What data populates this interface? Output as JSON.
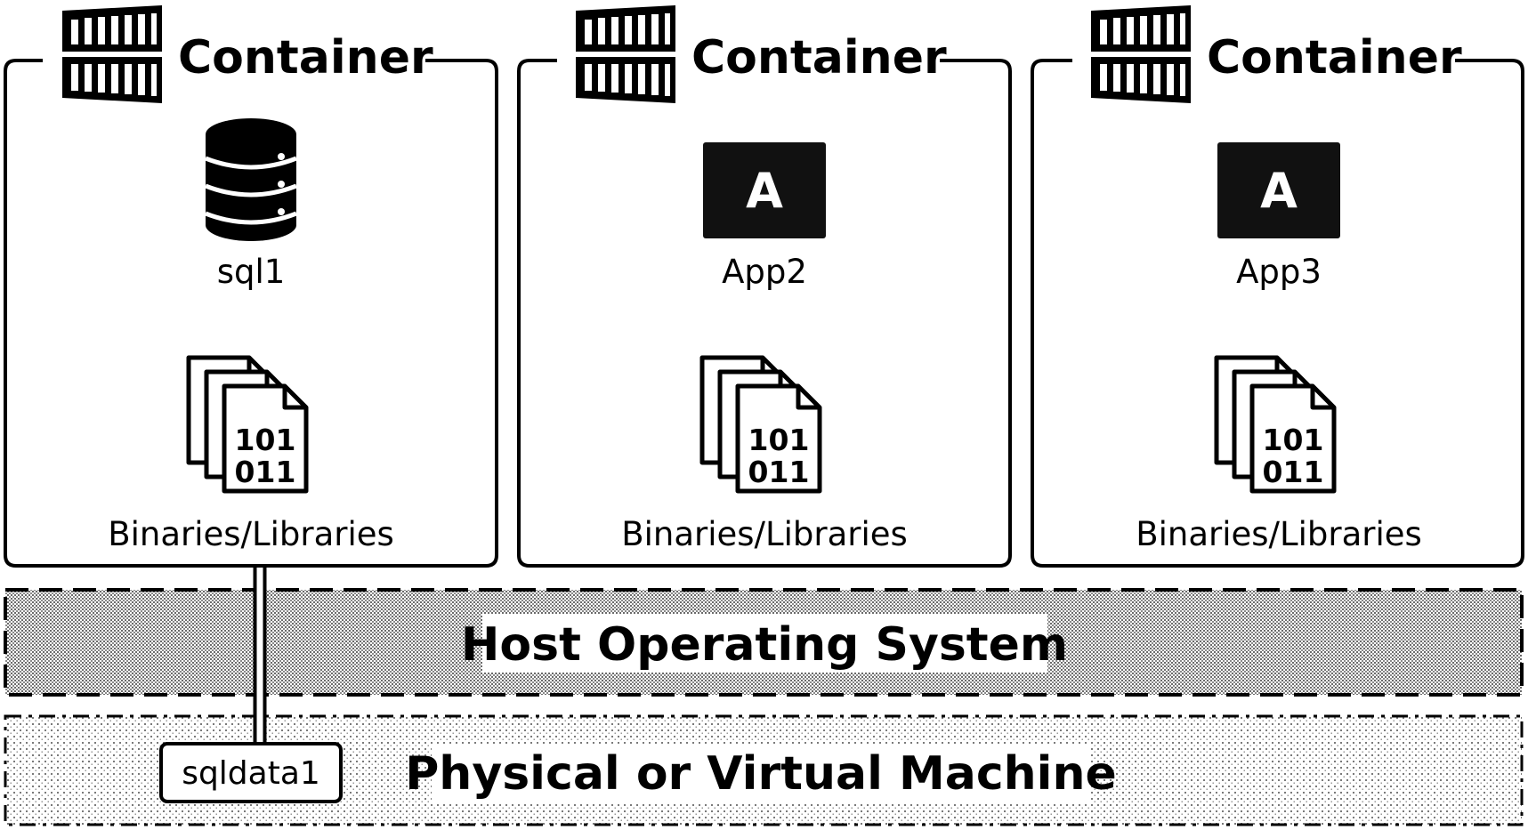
{
  "containers": [
    {
      "title": "Container",
      "label": "sql1",
      "icon": "database-icon",
      "libraries_label": "Binaries/Libraries",
      "binary_lines": [
        "101",
        "011"
      ]
    },
    {
      "title": "Container",
      "label": "App2",
      "icon": "app-icon",
      "app_letter": "A",
      "libraries_label": "Binaries/Libraries",
      "binary_lines": [
        "101",
        "011"
      ]
    },
    {
      "title": "Container",
      "label": "App3",
      "icon": "app-icon",
      "app_letter": "A",
      "libraries_label": "Binaries/Libraries",
      "binary_lines": [
        "101",
        "011"
      ]
    }
  ],
  "host_os": {
    "label": "Host Operating System"
  },
  "machine": {
    "label": "Physical or Virtual Machine"
  },
  "volume": {
    "label": "sqldata1"
  },
  "colors": {
    "line": "#000000",
    "background": "#ffffff",
    "app_tile": "#111111"
  }
}
